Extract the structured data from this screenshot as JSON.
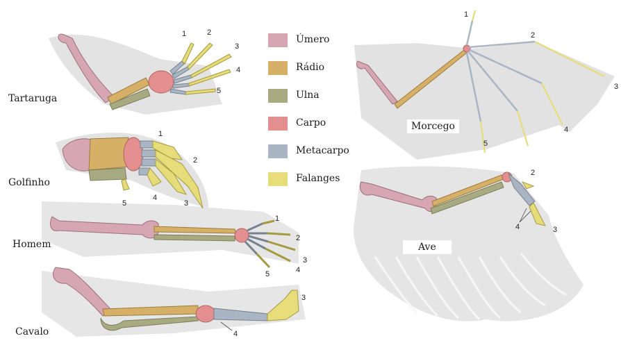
{
  "legend": [
    {
      "label": "Úmero",
      "color": "#d6a6b3"
    },
    {
      "label": "Rádio",
      "color": "#d6b067"
    },
    {
      "label": "Ulna",
      "color": "#a8ab82"
    },
    {
      "label": "Carpo",
      "color": "#e48f8f"
    },
    {
      "label": "Metacarpo",
      "color": "#a9b5c2"
    },
    {
      "label": "Falanges",
      "color": "#e6dc7a"
    }
  ],
  "animals": {
    "tartaruga": {
      "name": "Tartaruga",
      "digits": [
        "1",
        "2",
        "3",
        "4",
        "5"
      ]
    },
    "golfinho": {
      "name": "Golfinho",
      "digits": [
        "1",
        "2",
        "3",
        "4",
        "5"
      ]
    },
    "homem": {
      "name": "Homem",
      "digits": [
        "1",
        "2",
        "3",
        "4",
        "5"
      ]
    },
    "cavalo": {
      "name": "Cavalo",
      "digits": [
        "3",
        "4"
      ]
    },
    "morcego": {
      "name": "Morcego",
      "digits": [
        "1",
        "2",
        "3",
        "4",
        "5"
      ]
    },
    "ave": {
      "name": "Ave",
      "digits": [
        "2",
        "3",
        "4"
      ]
    }
  }
}
